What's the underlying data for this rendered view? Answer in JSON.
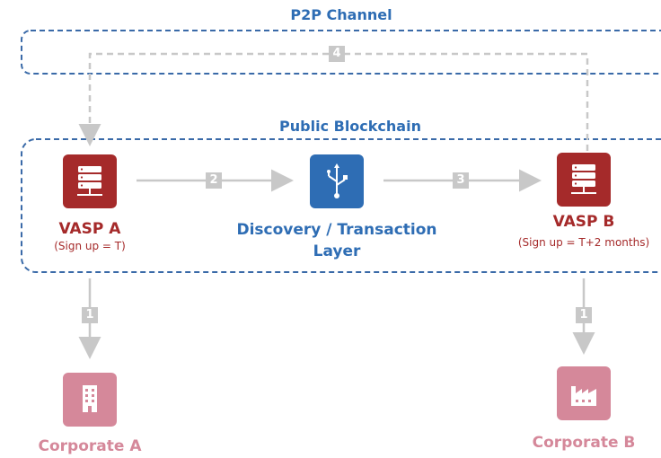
{
  "p2p_channel": {
    "title": "P2P Channel"
  },
  "public_blockchain": {
    "title": "Public Blockchain"
  },
  "vasp_a": {
    "name": "VASP A",
    "note": "(Sign up = T)"
  },
  "vasp_b": {
    "name": "VASP B",
    "note": "(Sign up = T+2 months)"
  },
  "layer": {
    "line1": "Discovery / Transaction",
    "line2": "Layer"
  },
  "corporate_a": {
    "name": "Corporate A"
  },
  "corporate_b": {
    "name": "Corporate B"
  },
  "steps": {
    "s1a": "1",
    "s1b": "1",
    "s2": "2",
    "s3": "3",
    "s4": "4"
  },
  "colors": {
    "blue": "#2e6db4",
    "red": "#a52a2a",
    "pink": "#d5889a",
    "gray": "#c8c8c8",
    "dashed_border": "#3a6aa8"
  },
  "icons": {
    "vasp_a": "server-icon",
    "vasp_b": "server-icon",
    "layer": "usb-icon",
    "corporate_a": "building-icon",
    "corporate_b": "factory-icon"
  }
}
